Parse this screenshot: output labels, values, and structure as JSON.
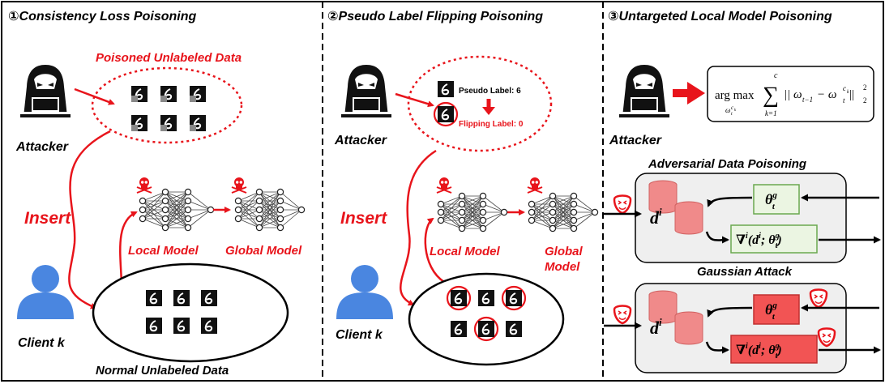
{
  "panels": [
    {
      "title": "①Consistency Loss Poisoning"
    },
    {
      "title": "②Pseudo Label Flipping Poisoning"
    },
    {
      "title": "③Untargeted Local Model Poisoning"
    }
  ],
  "panel1": {
    "poisoned_label": "Poisoned Unlabeled Data",
    "attacker": "Attacker",
    "insert": "Insert",
    "local_model": "Local Model",
    "global_model": "Global Model",
    "client": "Client k",
    "normal_label": "Normal Unlabeled Data",
    "digit": "6"
  },
  "panel2": {
    "attacker": "Attacker",
    "pseudo_label": "Pseudo Label: 6",
    "flipping_label": "Flipping Label: 0",
    "insert": "Insert",
    "local_model": "Local Model",
    "global_line1": "Global",
    "global_line2": "Model",
    "client": "Client k",
    "digit": "6"
  },
  "panel3": {
    "attacker": "Attacker",
    "formula": {
      "argmax": "arg max",
      "argmax_sub": "ω",
      "argmax_subsup": "c",
      "argmax_subsub": "k",
      "argmax_subt": "t",
      "sum_top": "c",
      "sum_bottom": "k=1",
      "sum_symbol": "∑",
      "body": "|| ω",
      "body_sub": "t−1",
      "minus": " − ω",
      "body_sup": "c",
      "body_supsub": "k",
      "body_sub2": "t",
      "end": " ||",
      "end_sup": "2",
      "end_sub": "2"
    },
    "adv_title": "Adversarial Data Poisoning",
    "gauss_title": "Gaussian Attack",
    "di_main": "d",
    "di_sup": "i",
    "theta_main": "θ",
    "theta_sup": "g",
    "theta_sub": "t",
    "grad": "∇",
    "grad_sup": "i",
    "grad_args": "(d",
    "grad_args_sup": "i",
    "grad_semi": "; θ",
    "grad_theta_sup": "g",
    "grad_theta_sub": "t",
    "grad_close": ")"
  },
  "colors": {
    "red": "#e8141b",
    "blue": "#4a86e0",
    "green_fill": "#ebf5e2",
    "green_stroke": "#6aa84f",
    "red_fill": "#f25454",
    "db_fill": "#f08a8a",
    "db_stroke": "#d06060",
    "panel_bg": "#efefef"
  },
  "icons": [
    "hacker-icon",
    "user-icon",
    "skull-icon",
    "face-bomb-icon",
    "database-icon",
    "neural-network-icon"
  ]
}
